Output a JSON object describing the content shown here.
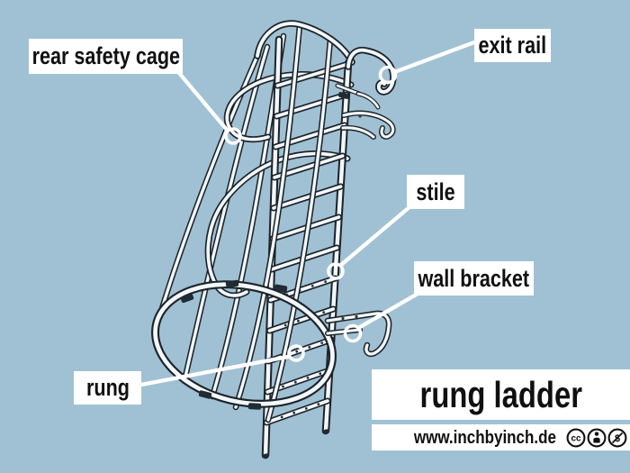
{
  "palette": {
    "background": "#a0c1d3",
    "ink": "#1c242b",
    "paper": "#ffffff"
  },
  "annotations": {
    "rear_safety_cage": "rear safety cage",
    "exit_rail": "exit rail",
    "stile": "stile",
    "wall_bracket": "wall bracket",
    "rung": "rung"
  },
  "title_bar": {
    "title": "rung ladder"
  },
  "credit_bar": {
    "website": "www.inchbyinch.de",
    "license_icons": [
      "cc-icon",
      "attribution-icon",
      "non-commercial-icon"
    ],
    "icon_glyphs": {
      "cc": "cc",
      "nc": "$"
    }
  }
}
